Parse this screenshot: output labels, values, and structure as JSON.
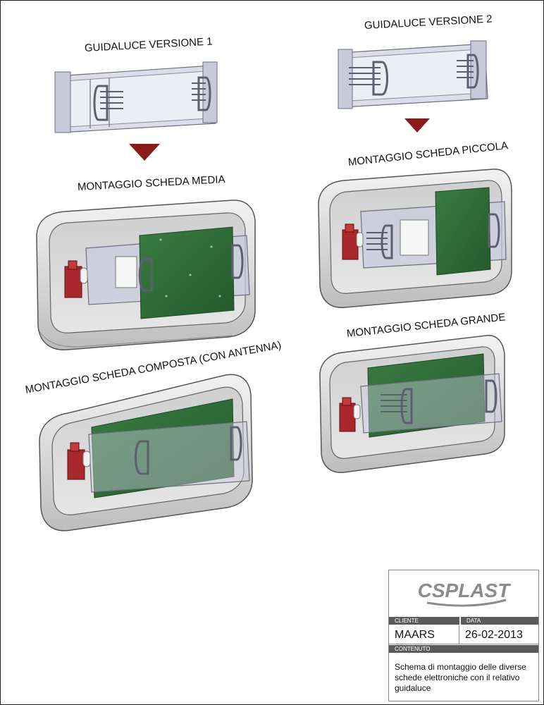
{
  "labels": {
    "guidaluce_v1": "GUIDALUCE VERSIONE 1",
    "guidaluce_v2": "GUIDALUCE VERSIONE 2",
    "scheda_media": "MONTAGGIO SCHEDA MEDIA",
    "scheda_piccola": "MONTAGGIO SCHEDA PICCOLA",
    "scheda_composta": "MONTAGGIO SCHEDA COMPOSTA (CON ANTENNA)",
    "scheda_grande": "MONTAGGIO SCHEDA GRANDE"
  },
  "title_block": {
    "logo": "CSPLAST",
    "cliente_label": "CLIENTE",
    "cliente_value": "MAARS",
    "data_label": "DATA",
    "data_value": "26-02-2013",
    "contenuto_label": "CONTENUTO",
    "contenuto_value": "Schema di montaggio delle diverse schede elettroniche con il relativo guidaluce"
  },
  "colors": {
    "arrow": "#8b1a1a",
    "board": "#2c6b35",
    "frame": "#b9bccb",
    "housing": "#d6d6d6",
    "button": "#a8282c"
  }
}
